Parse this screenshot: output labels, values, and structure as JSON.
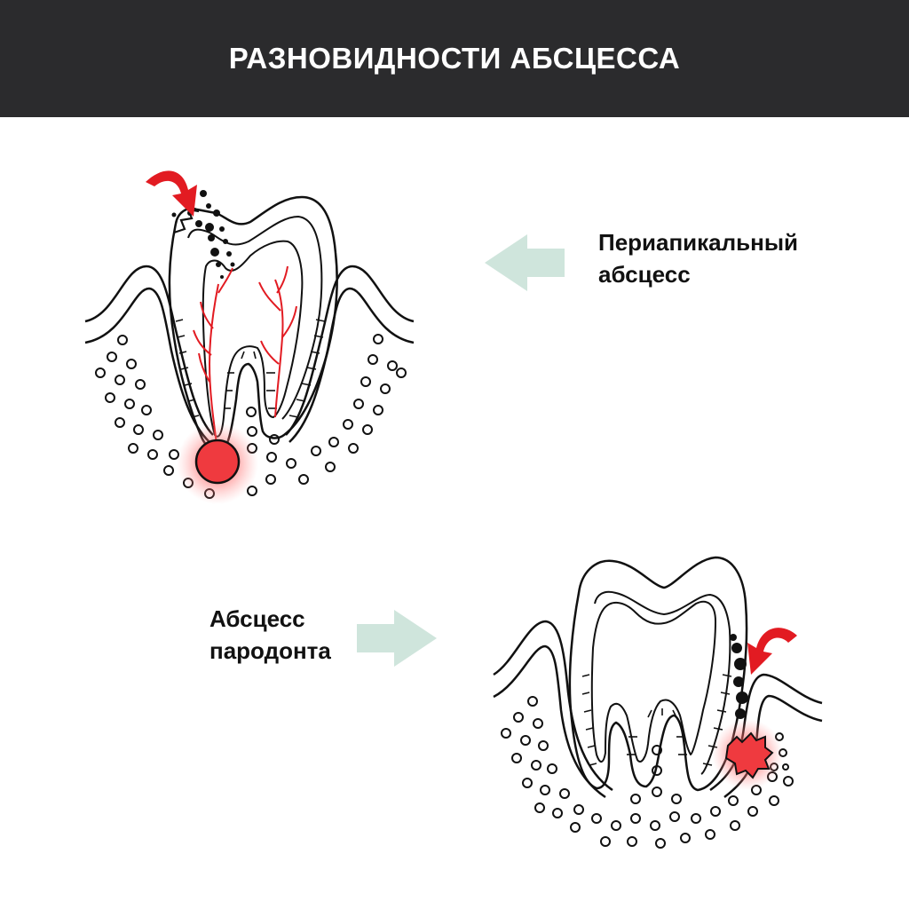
{
  "header": {
    "title": "РАЗНОВИДНОСТИ АБСЦЕССА"
  },
  "types": [
    {
      "line1": "Периапикальный",
      "line2": "абсцесс"
    },
    {
      "line1": "Абсцесс",
      "line2": "пародонта"
    }
  ],
  "colors": {
    "header_bg": "#2b2b2d",
    "arrow_pointer": "#cfe5dc",
    "inflammation": "#e21b22",
    "outline": "#111111"
  },
  "icons": [
    "tooth-icon",
    "caries-arrow-icon",
    "pointer-arrow-icon",
    "abscess-spot-icon"
  ]
}
